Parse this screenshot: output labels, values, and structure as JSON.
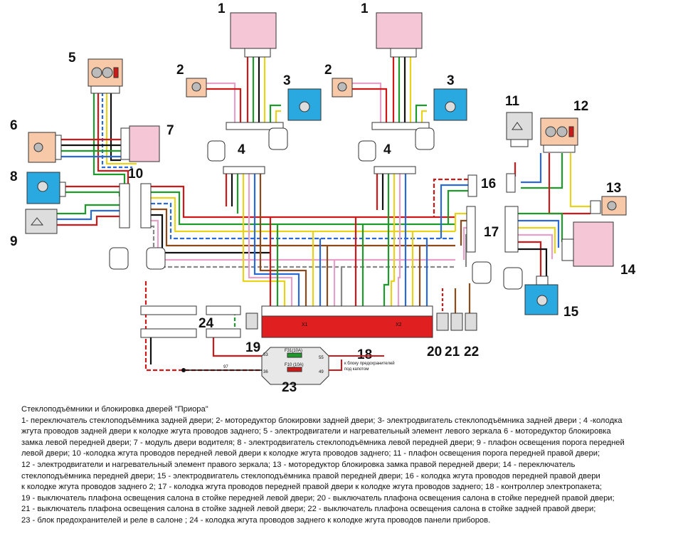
{
  "numbers": {
    "n1a": "1",
    "n1b": "1",
    "n2a": "2",
    "n2b": "2",
    "n3a": "3",
    "n3b": "3",
    "n4a": "4",
    "n4b": "4",
    "n5": "5",
    "n6": "6",
    "n7": "7",
    "n8": "8",
    "n9": "9",
    "n10": "10",
    "n11": "11",
    "n12": "12",
    "n13": "13",
    "n14": "14",
    "n15": "15",
    "n16": "16",
    "n17": "17",
    "n18": "18",
    "n19": "19",
    "n20": "20",
    "n21": "21",
    "n22": "22",
    "n23": "23",
    "n24": "24"
  },
  "labels": {
    "fuse_f31": "F31(10A)",
    "fuse_f10": "F10 (10A)",
    "pin53": "53",
    "pin55": "55",
    "pin36": "36",
    "pin49": "49",
    "wire97": "97",
    "to_fuse_block_1": "к блоку предохранителей",
    "to_fuse_block_2": "под капотом",
    "x1": "X1",
    "x2": "X2"
  },
  "legend": {
    "title": "Стеклоподъёмники и блокировка дверей \"Приора\"",
    "lines": [
      "1- переключатель стеклоподъёмника задней двери; 2- моторедуктор блокировки задней двери; 3- электродвигатель стеклоподъёмника задней двери ; 4 -колодка",
      "жгута проводов задней двери к колодке жгута проводов заднего; 5 - электродвигатели и нагревательный элемент левого зеркала 6 - моторедуктор блокировка",
      "замка левой передней двери;  7 - модуль двери водителя; 8 - электродвигатель стеклоподъёмника левой передней двери; 9 - плафон освещения порога передней",
      "левой двери;  10 -колодка жгута проводов передней левой двери  к колодке жгута проводов заднего; 11 -  плафон освещения порога передней правой двери;",
      "12 -  электродвигатели и нагревательный элемент правого зеркала; 13 -  моторедуктор блокировка замка правой передней двери;  14 - переключатель",
      "стеклоподъёмника   передней двери; 15 -  электродвигатель стеклоподъёмника правой передней двери; 16 - колодка жгута проводов передней правой двери",
      " к колодке жгута проводов заднего 2;  17 - колодка жгута проводов передней правой двери  к колодке жгута проводов заднего; 18 - контроллер электропакета;",
      " 19 - выключатель плафона освещения  салона в стойке передней левой двери; 20 -  выключатель плафона освещения салона в стойке передней правой двери;",
      " 21 - выключатель плафона освещения   салона в стойке задней левой двери;  22 -  выключатель плафона освещения салона в стойке задней правой двери;",
      " 23 - блок предохранителей и реле в салоне ; 24 - колодка жгута проводов заднего к колодке жгута проводов панели приборов."
    ]
  },
  "colors": {
    "pink": "#f4c6d6",
    "salmon": "#f7c9a8",
    "blue": "#2aa9e0",
    "red_block": "#e02020",
    "wire_red": "#d01818",
    "wire_green": "#1e9a2a",
    "wire_yellow": "#e8d21a",
    "wire_blue": "#2a6ad8",
    "wire_brown": "#8b4a1a",
    "wire_pink": "#e7a0c8",
    "wire_gray": "#888888",
    "wire_orange": "#e88a18",
    "wire_black": "#111111",
    "wire_violet": "#8a4ac8",
    "wire_lightblue": "#7ac8f0"
  }
}
